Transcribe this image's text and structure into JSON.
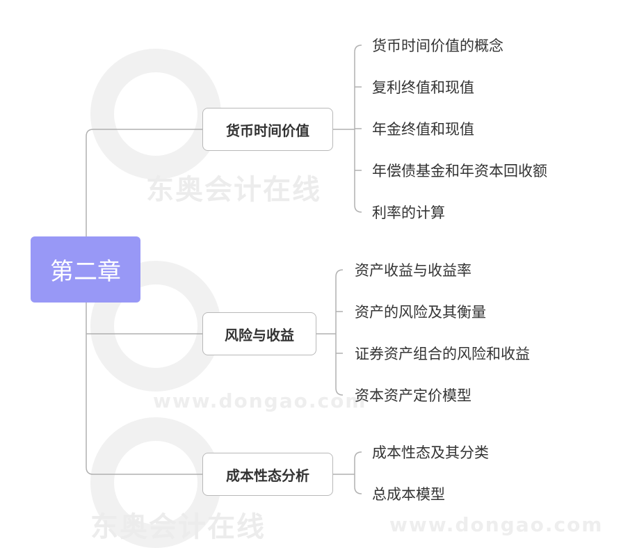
{
  "watermark": {
    "brand": "东奥会计在线",
    "url": "www.dongao.com"
  },
  "root": {
    "label": "第二章",
    "color": "#9898f6"
  },
  "branches": [
    {
      "label": "货币时间价值",
      "children": [
        "货币时间价值的概念",
        "复利终值和现值",
        "年金终值和现值",
        "年偿债基金和年资本回收额",
        "利率的计算"
      ]
    },
    {
      "label": "风险与收益",
      "children": [
        "资产收益与收益率",
        "资产的风险及其衡量",
        "证券资产组合的风险和收益",
        "资本资产定价模型"
      ]
    },
    {
      "label": "成本性态分析",
      "children": [
        "成本性态及其分类",
        "总成本模型"
      ]
    }
  ]
}
